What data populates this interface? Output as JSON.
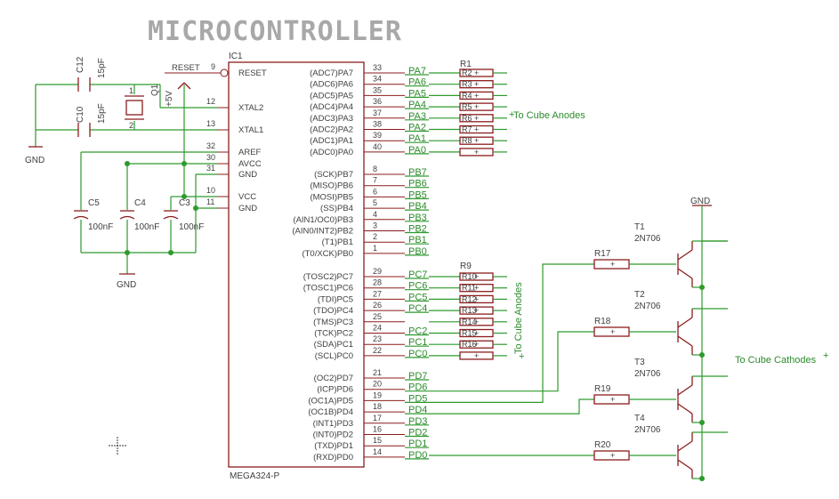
{
  "title": "MICROCONTROLLER",
  "ic": {
    "ref": "IC1",
    "value": "MEGA324-P",
    "left_pins": [
      {
        "name": "RESET",
        "num": "9"
      },
      {
        "name": "XTAL2",
        "num": "12"
      },
      {
        "name": "XTAL1",
        "num": "13"
      },
      {
        "name": "AREF",
        "num": "32"
      },
      {
        "name": "AVCC",
        "num": "30"
      },
      {
        "name": "GND",
        "num": "31"
      },
      {
        "name": "VCC",
        "num": "10"
      },
      {
        "name": "GND",
        "num": "11"
      }
    ],
    "right_pins": [
      {
        "name": "(ADC7)PA7",
        "num": "33",
        "net": "PA7"
      },
      {
        "name": "(ADC6)PA6",
        "num": "34",
        "net": "PA6"
      },
      {
        "name": "(ADC5)PA5",
        "num": "35",
        "net": "PA5"
      },
      {
        "name": "(ADC4)PA4",
        "num": "36",
        "net": "PA4"
      },
      {
        "name": "(ADC3)PA3",
        "num": "37",
        "net": "PA3"
      },
      {
        "name": "(ADC2)PA2",
        "num": "38",
        "net": "PA2"
      },
      {
        "name": "(ADC1)PA1",
        "num": "39",
        "net": "PA1"
      },
      {
        "name": "(ADC0)PA0",
        "num": "40",
        "net": "PA0"
      },
      {
        "name": "(SCK)PB7",
        "num": "8",
        "net": "PB7"
      },
      {
        "name": "(MISO)PB6",
        "num": "7",
        "net": "PB6"
      },
      {
        "name": "(MOSI)PB5",
        "num": "6",
        "net": "PB5"
      },
      {
        "name": "(SS)PB4",
        "num": "5",
        "net": "PB4"
      },
      {
        "name": "(AIN1/OC0)PB3",
        "num": "4",
        "net": "PB3"
      },
      {
        "name": "(AIN0/INT2)PB2",
        "num": "3",
        "net": "PB2"
      },
      {
        "name": "(T1)PB1",
        "num": "2",
        "net": "PB1"
      },
      {
        "name": "(T0/XCK)PB0",
        "num": "1",
        "net": "PB0"
      },
      {
        "name": "(TOSC2)PC7",
        "num": "29",
        "net": "PC7"
      },
      {
        "name": "(TOSC1)PC6",
        "num": "28",
        "net": "PC6"
      },
      {
        "name": "(TDI)PC5",
        "num": "27",
        "net": "PC5"
      },
      {
        "name": "(TDO)PC4",
        "num": "26",
        "net": "PC4"
      },
      {
        "name": "(TMS)PC3",
        "num": "25",
        "net": ""
      },
      {
        "name": "(TCK)PC2",
        "num": "24",
        "net": "PC2"
      },
      {
        "name": "(SDA)PC1",
        "num": "23",
        "net": "PC1"
      },
      {
        "name": "(SCL)PC0",
        "num": "22",
        "net": "PC0"
      },
      {
        "name": "(OC2)PD7",
        "num": "21",
        "net": "PD7"
      },
      {
        "name": "(ICP)PD6",
        "num": "20",
        "net": "PD6"
      },
      {
        "name": "(OC1A)PD5",
        "num": "19",
        "net": "PD5"
      },
      {
        "name": "(OC1B)PD4",
        "num": "18",
        "net": "PD4"
      },
      {
        "name": "(INT1)PD3",
        "num": "17",
        "net": "PD3"
      },
      {
        "name": "(INT0)PD2",
        "num": "16",
        "net": "PD2"
      },
      {
        "name": "(TXD)PD1",
        "num": "15",
        "net": "PD1"
      },
      {
        "name": "(RXD)PD0",
        "num": "14",
        "net": "PD0"
      }
    ]
  },
  "crystal": {
    "ref": "Q1"
  },
  "supply": {
    "label": "+5V"
  },
  "caps": [
    {
      "ref": "C12",
      "value": "15pF"
    },
    {
      "ref": "C10",
      "value": "15pF"
    },
    {
      "ref": "C5",
      "value": "100nF"
    },
    {
      "ref": "C4",
      "value": "100nF"
    },
    {
      "ref": "C3",
      "value": "100nF"
    }
  ],
  "gnd_label": "GND",
  "resnets": [
    {
      "ref": "R1",
      "labels": [
        "R2",
        "R3",
        "R4",
        "R5",
        "R6",
        "R7",
        "R8"
      ]
    },
    {
      "ref": "R9",
      "labels": [
        "R10",
        "R11",
        "R12",
        "R13",
        "R14",
        "R15",
        "R16"
      ]
    }
  ],
  "res_sym": "+",
  "transistors": [
    {
      "ref": "T1",
      "value": "2N706",
      "resistor": "R17"
    },
    {
      "ref": "T2",
      "value": "2N706",
      "resistor": "R18"
    },
    {
      "ref": "T3",
      "value": "2N706",
      "resistor": "R19"
    },
    {
      "ref": "T4",
      "value": "2N706",
      "resistor": "R20"
    }
  ],
  "net_labels": {
    "anodes": "To Cube Anodes",
    "anodes_vertical": "To Cube Anodes",
    "cathodes": "To Cube Cathodes"
  }
}
